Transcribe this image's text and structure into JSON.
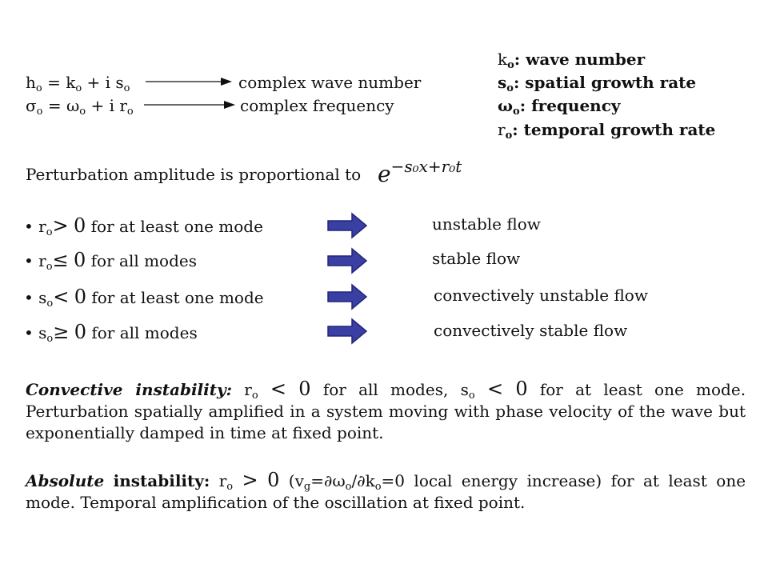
{
  "definitions": {
    "k_sym": "k",
    "k_text": ": wave number",
    "s_sym": "s",
    "s_text": ": spatial growth rate",
    "w_sym": "ω",
    "w_text": ": frequency",
    "r_sym": "r",
    "r_text": ": temporal growth rate",
    "sub0": "o"
  },
  "equations": {
    "eq1_lhs": "h",
    "eq1_mid1": " = k",
    "eq1_mid2": " + i s",
    "eq1_label": "complex wave number",
    "eq2_lhs": "σ",
    "eq2_mid1": " = ω",
    "eq2_mid2": " + i r",
    "eq2_label": "complex frequency"
  },
  "amplitude": {
    "text": "Perturbation amplitude is proportional to",
    "exp_base": "e",
    "exp_power": "−s₀x+r₀t"
  },
  "conditions": [
    {
      "bullet": "•",
      "var": "r",
      "sub": "o",
      "rel": ">",
      "zero": "0",
      "rest": "for at least one mode",
      "result": "unstable flow"
    },
    {
      "bullet": "•",
      "var": "r",
      "sub": "o",
      "rel": "≤",
      "zero": "0",
      "rest": "for all modes",
      "result": "stable flow"
    },
    {
      "bullet": "•",
      "var": "s",
      "sub": "o",
      "rel": "<",
      "zero": "0",
      "rest": "for at least one mode",
      "result": "convectively unstable flow"
    },
    {
      "bullet": "•",
      "var": "s",
      "sub": "o",
      "rel": "≥",
      "zero": "0",
      "rest": "for all modes",
      "result": "convectively stable flow"
    }
  ],
  "convective": {
    "head": "Convective instability:",
    "r": "r",
    "sub": "o",
    "rel1": "<",
    "zero": "0",
    "mid": "for all modes, s",
    "rel2": "<",
    "tail": "for at least one mode. Perturbation spatially amplified in a system moving with phase velocity of the wave but exponentially damped in time at fixed point."
  },
  "absolute": {
    "head_italic": "Absolute",
    "head_bold": "instability:",
    "r": "r",
    "sub": "o",
    "rel": ">",
    "zero": "0",
    "paren": "(v",
    "g": "g",
    "paren2": "=∂ω",
    "paren3": "/∂k",
    "paren4": "=0 local energy increase) for at least one mode. Temporal amplification of the oscillation at fixed point."
  },
  "colors": {
    "arrow_fill": "#3a3fa3",
    "arrow_stroke": "#23267a",
    "text": "#111111"
  }
}
